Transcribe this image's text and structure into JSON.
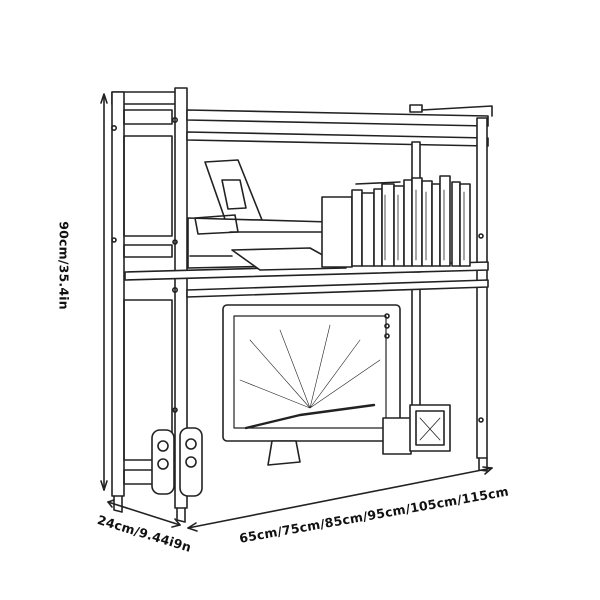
{
  "diagram": {
    "subject": "Adjustable two-tier desktop bookshelf / monitor riser",
    "style": "black-and-white line sketch",
    "dimensions": {
      "height": "90cm/35.4in",
      "depth": "24cm/9.44i9n",
      "width": "65cm/75cm/85cm/95cm/105cm/115cm"
    },
    "items_on_shelf": [
      "printer",
      "books"
    ],
    "items_below": [
      "monitor",
      "speakers",
      "picture-frames"
    ],
    "colors": {
      "line": "#222222",
      "background": "#ffffff"
    }
  }
}
